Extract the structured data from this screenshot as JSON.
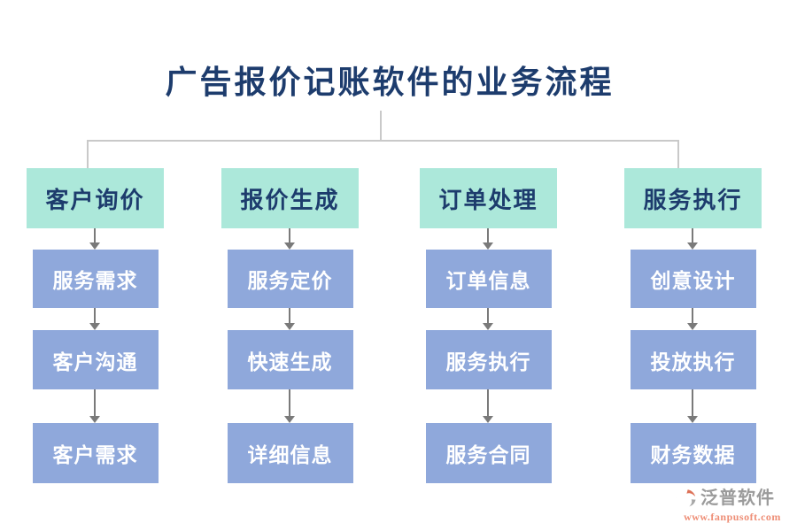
{
  "title": "广告报价记账软件的业务流程",
  "columns": [
    {
      "header": "客户询价",
      "steps": [
        "服务需求",
        "客户沟通",
        "客户需求"
      ]
    },
    {
      "header": "报价生成",
      "steps": [
        "服务定价",
        "快速生成",
        "详细信息"
      ]
    },
    {
      "header": "订单处理",
      "steps": [
        "订单信息",
        "服务执行",
        "服务合同"
      ]
    },
    {
      "header": "服务执行",
      "steps": [
        "创意设计",
        "投放执行",
        "财务数据"
      ]
    }
  ],
  "watermark": {
    "brand": "泛普软件",
    "url": "www.fanpusoft.com"
  },
  "colors": {
    "header_bg": "#ace8da",
    "step_bg": "#8fa8db",
    "title_text": "#1d3c6d",
    "header_text": "#1d3c6d",
    "step_text": "#ffffff",
    "arrow": "#7a7a7a",
    "connector": "#c9c9c9",
    "brand_text": "#9b9b9b",
    "url_text": "#ee8e76",
    "logo_gray": "#a7a7a7",
    "logo_accent": "#dd7258"
  }
}
